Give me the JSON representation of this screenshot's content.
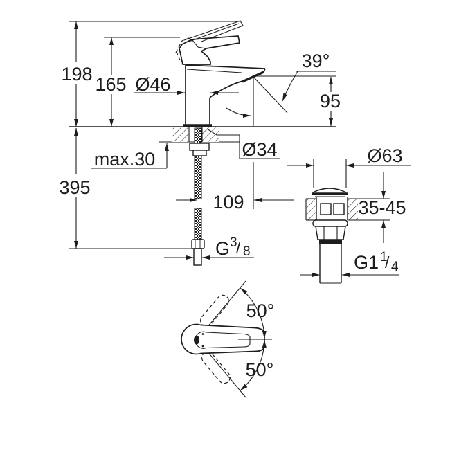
{
  "colors": {
    "line": "#1d1d1b",
    "background": "#ffffff"
  },
  "side_view": {
    "overall_height": "198",
    "height_to_lever_top": "165",
    "body_diameter": "Ø46",
    "spout_angle": "39°",
    "spout_outlet_height": "95",
    "max_deck_thickness": "max.30",
    "hose_length_below_deck": "395",
    "required_hole_diameter": "Ø34",
    "spout_projection": "109",
    "supply_thread": {
      "prefix": "G",
      "numerator": "3",
      "slash": "/",
      "denominator": "8"
    }
  },
  "pop_up_waste_view": {
    "flange_diameter": "Ø63",
    "deck_thickness_range": "35-45",
    "waste_thread": {
      "prefix": "G1",
      "numerator": "1",
      "slash": "/",
      "denominator": "4"
    }
  },
  "handle_top_view": {
    "swing_angle_up": "50°",
    "swing_angle_down": "50°"
  }
}
